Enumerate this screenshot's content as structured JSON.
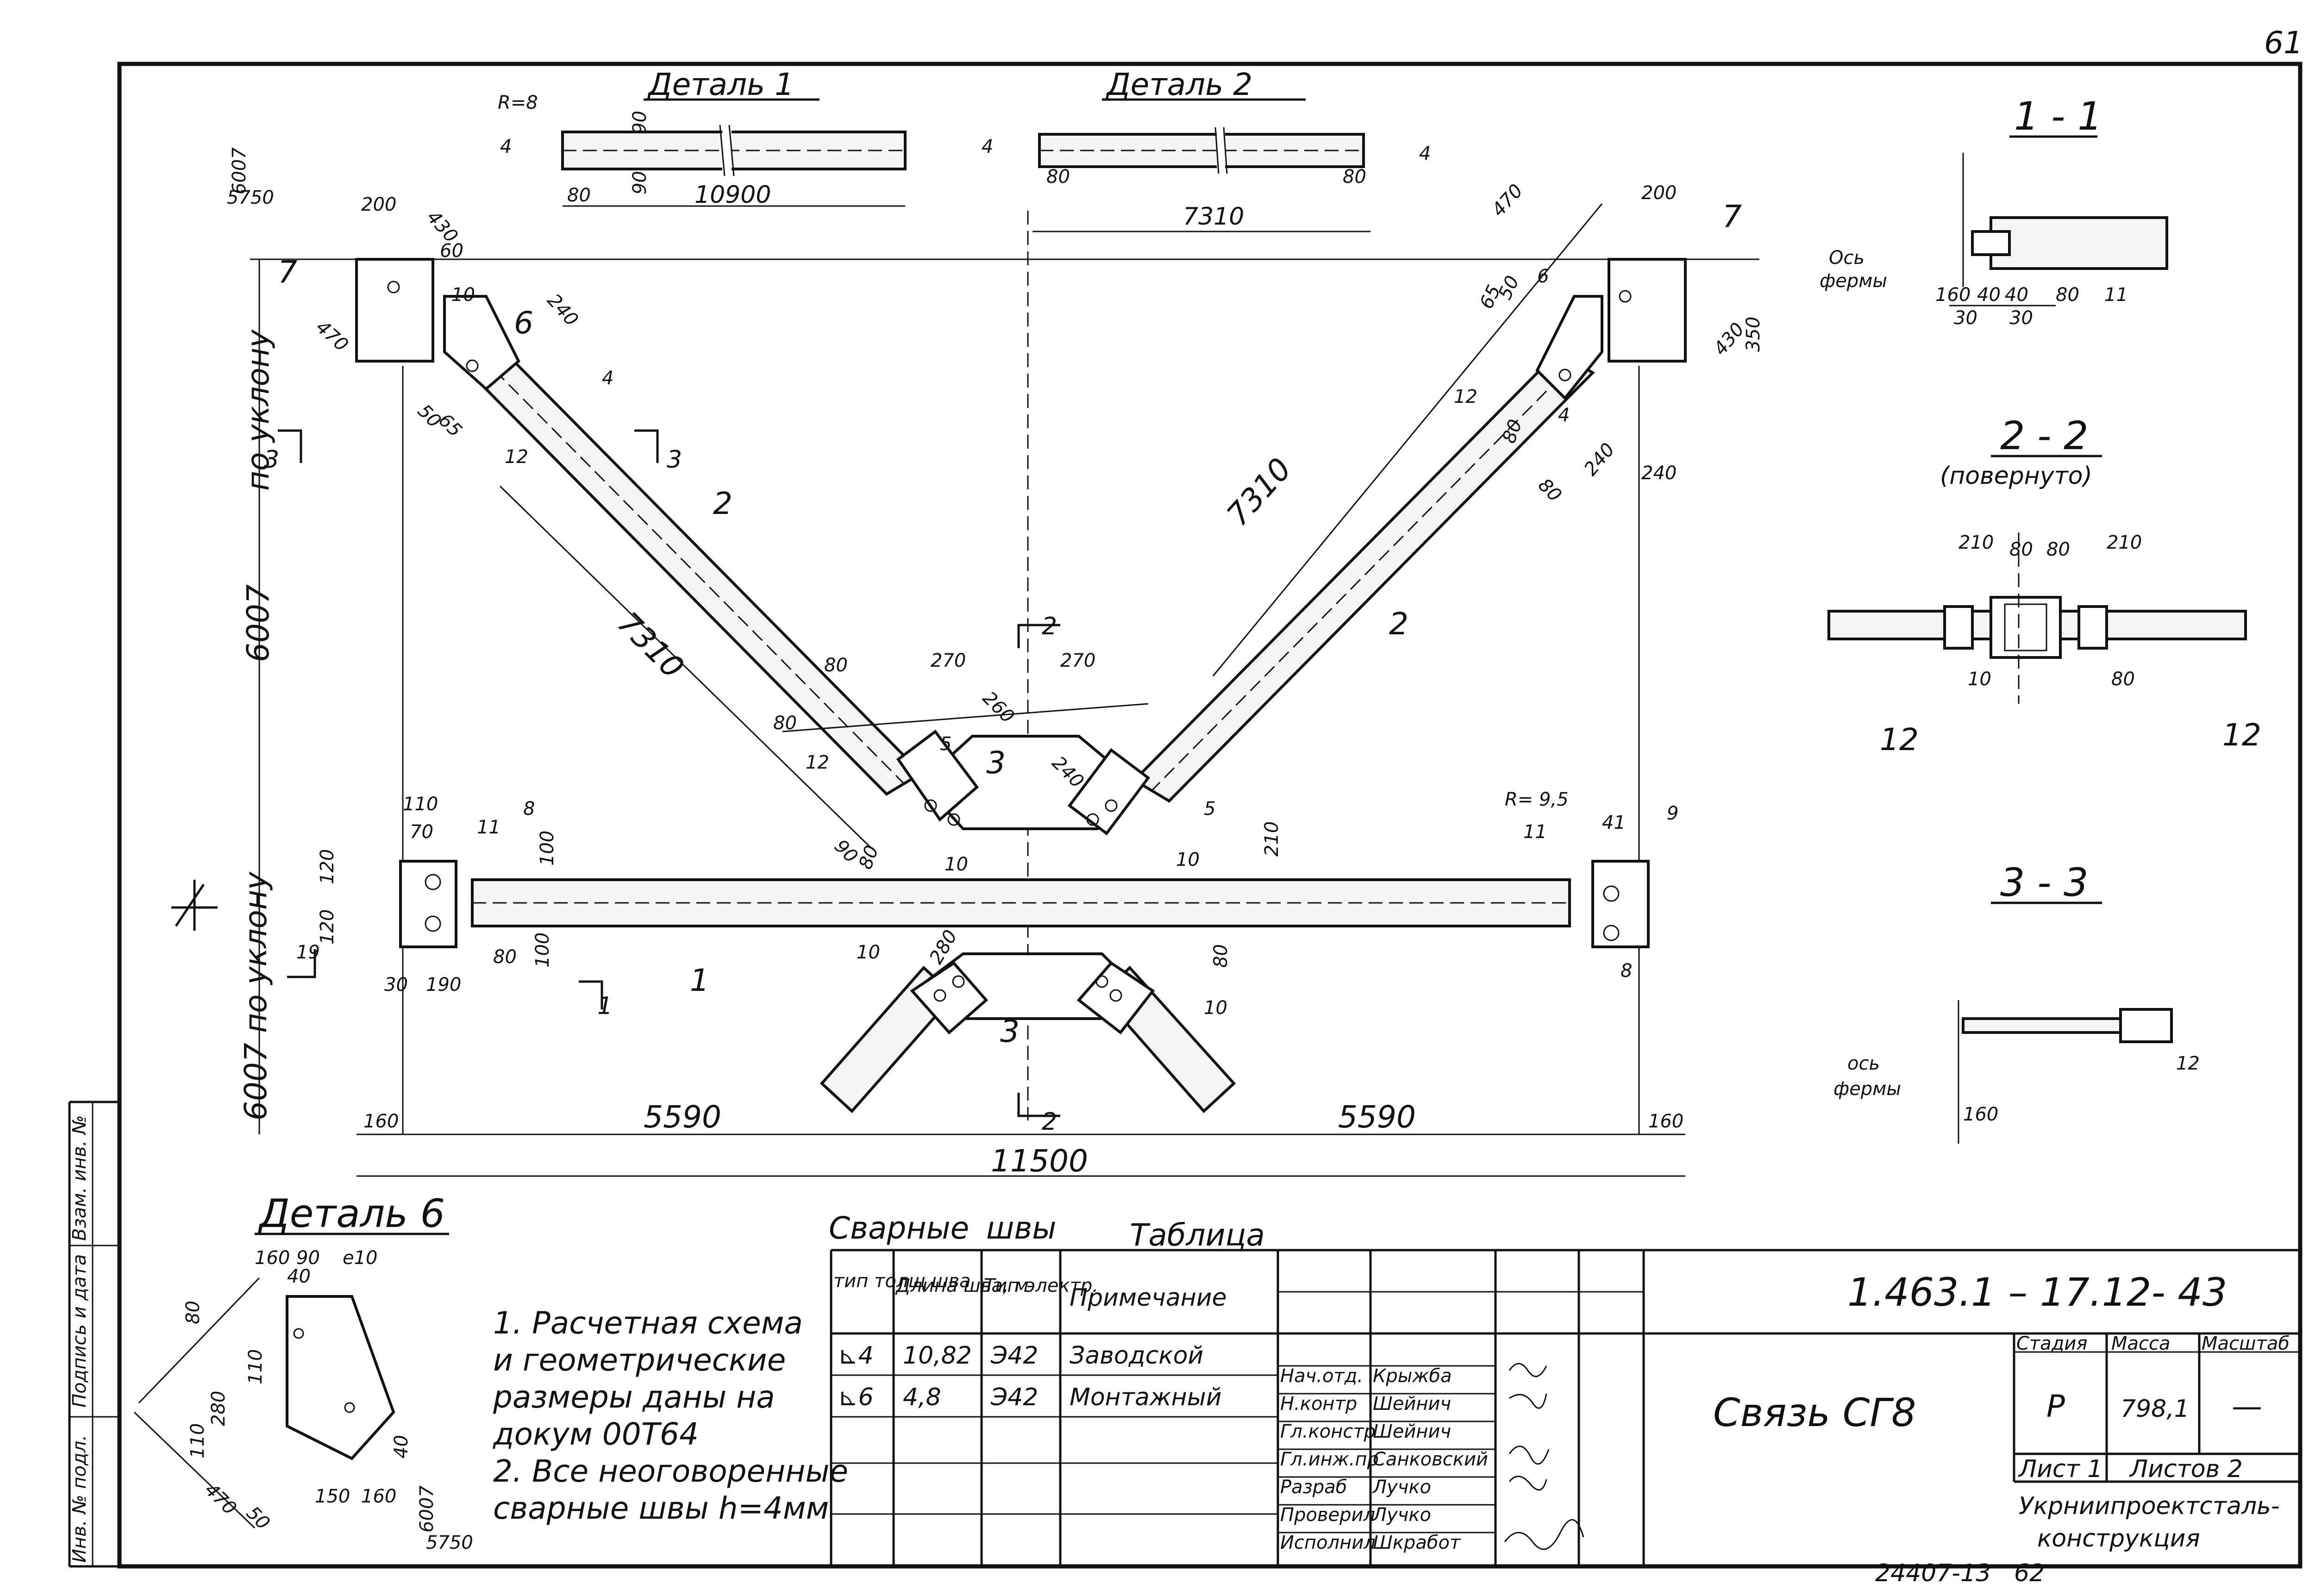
{
  "page_number": "61",
  "sheet_code": "1.463.1 – 17.12- 43",
  "title": "Связь СГ8",
  "archive_number": "24407-13",
  "archive_page": "62",
  "organization": [
    "Укрниипроектсталь-",
    "конструкция"
  ],
  "title_block": {
    "stage_header": "Стадия",
    "mass_header": "Масса",
    "scale_header": "Масштаб",
    "stage": "Р",
    "mass": "798,1",
    "scale": "—",
    "sheet": "Лист 1",
    "sheets": "Листов 2",
    "signatures": [
      {
        "role": "Нач.отд.",
        "name": "Крыжба"
      },
      {
        "role": "Н.контр",
        "name": "Шейнич"
      },
      {
        "role": "Гл.констр",
        "name": "Шейнич"
      },
      {
        "role": "Гл.инж.пр",
        "name": "Санковский"
      },
      {
        "role": "Разраб",
        "name": "Лучко"
      },
      {
        "role": "Проверил",
        "name": "Лучко"
      },
      {
        "role": "Исполнил",
        "name": "Шкработ"
      }
    ]
  },
  "weld_table": {
    "caption_left": "Сварные",
    "caption_mid": "швы",
    "caption_right": "Таблица",
    "headers": [
      "тип толщ шва",
      "Длина шва, м",
      "Тип электр.",
      "Примечание"
    ],
    "rows": [
      {
        "type": "⊾4",
        "length": "10,82",
        "electrode": "Э42",
        "note": "Заводской"
      },
      {
        "type": "⊾6",
        "length": "4,8",
        "electrode": "Э42",
        "note": "Монтажный"
      }
    ]
  },
  "notes": [
    "1. Расчетная схема",
    "и геометрические",
    "размеры даны на",
    "докум 00Т64",
    "2. Все неоговоренные",
    "сварные швы h=4мм"
  ],
  "side_stamp": [
    "Инв. № подл.",
    "Подпись и дата",
    "Взам. инв. №"
  ],
  "details": {
    "detail1": {
      "title": "Деталь 1",
      "radius": "R=8",
      "edge": "4",
      "d90a": "90",
      "d90b": "90",
      "end": "80",
      "length": "10900"
    },
    "detail2": {
      "title": "Деталь 2",
      "edgeL": "4",
      "edgeR": "4",
      "endL": "80",
      "endR": "80",
      "length": "7310"
    },
    "detail6": {
      "title": "Деталь 6",
      "d160": "160",
      "d90": "90",
      "e10": "e10",
      "d40a": "40",
      "d80": "80",
      "d110a": "110",
      "d280": "280",
      "d110b": "110",
      "d40b": "40",
      "d150": "150",
      "d160b": "160",
      "d470": "470",
      "d50": "50",
      "slope": "6007",
      "run": "5750"
    }
  },
  "sections": {
    "s11": {
      "title": "1 - 1",
      "axis": [
        "Ось",
        "фермы"
      ],
      "dims": [
        "160",
        "40",
        "40",
        "80",
        "30",
        "30"
      ],
      "mark": "11"
    },
    "s22": {
      "title": "2 - 2",
      "subtitle": "(повернуто)",
      "dims": [
        "210",
        "80",
        "80",
        "210",
        "80"
      ],
      "marks": [
        "10",
        "12",
        "12"
      ]
    },
    "s33": {
      "title": "3 - 3",
      "axis": [
        "ось",
        "фермы"
      ],
      "dim": "160",
      "mark": "12"
    }
  },
  "main_view": {
    "overall_width": "11500",
    "half_left": "5590",
    "half_right": "5590",
    "edge_left": "160",
    "edge_right": "160",
    "height_label": "6007",
    "height_caption": "по уклону",
    "height_bottom": "6007 по уклону",
    "slope_tl_top": "6007",
    "slope_tl_bottom": "5750",
    "diag_left": "7310",
    "diag_right": "7310",
    "tl": {
      "d200": "200",
      "d430": "430",
      "d470": "470",
      "d60": "60",
      "d10": "10",
      "d240": "240",
      "d50": "50",
      "d65": "65"
    },
    "tr": {
      "d470": "470",
      "d200": "200",
      "d350": "350",
      "d430": "430",
      "d240a": "240",
      "d240b": "240",
      "d80": "80",
      "d65": "65",
      "d50": "50",
      "d80b": "80"
    },
    "center": {
      "d270a": "270",
      "d270b": "270",
      "d260": "260",
      "d240": "240",
      "d80a": "80",
      "d80b": "80",
      "d90": "90",
      "d80c": "80",
      "d210": "210",
      "d280": "280",
      "d80d": "80"
    },
    "left_end": {
      "d110": "110",
      "d70": "70",
      "d120a": "120",
      "d120b": "120",
      "d19": "19",
      "d30": "30",
      "d190": "190",
      "d100a": "100",
      "d100b": "100",
      "d80": "80"
    },
    "right_end": {
      "radius": "R= 9,5",
      "d41": "41"
    },
    "section_cut_1": "1",
    "section_cut_2": "2",
    "section_cut_3": "3",
    "positions": [
      "1",
      "2",
      "2",
      "3",
      "3",
      "4",
      "4",
      "5",
      "5",
      "6",
      "6",
      "7",
      "7",
      "8",
      "8",
      "9",
      "10",
      "10",
      "10",
      "10",
      "11",
      "11",
      "12",
      "12",
      "12"
    ]
  }
}
